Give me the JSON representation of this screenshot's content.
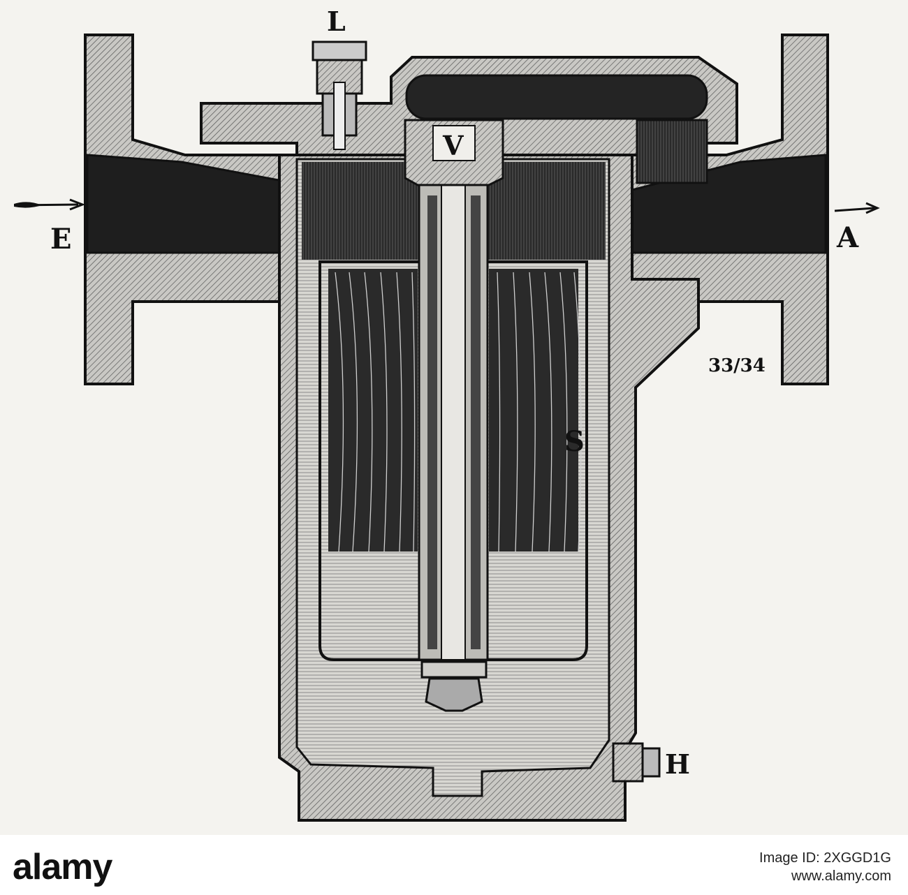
{
  "labels": {
    "inlet": "E",
    "outlet": "A",
    "top_fitting": "L",
    "valve": "V",
    "shell": "S",
    "drain": "H",
    "figure_number": "33/34"
  },
  "footer": {
    "brand": "alamy",
    "image_id_label": "Image ID: 2XGGD1G",
    "site": "www.alamy.com"
  },
  "colors": {
    "paper": "#f4f3ef",
    "ink": "#111111",
    "metal_hatch": "#8a8a8a",
    "cavity": "#1c1c1c"
  }
}
